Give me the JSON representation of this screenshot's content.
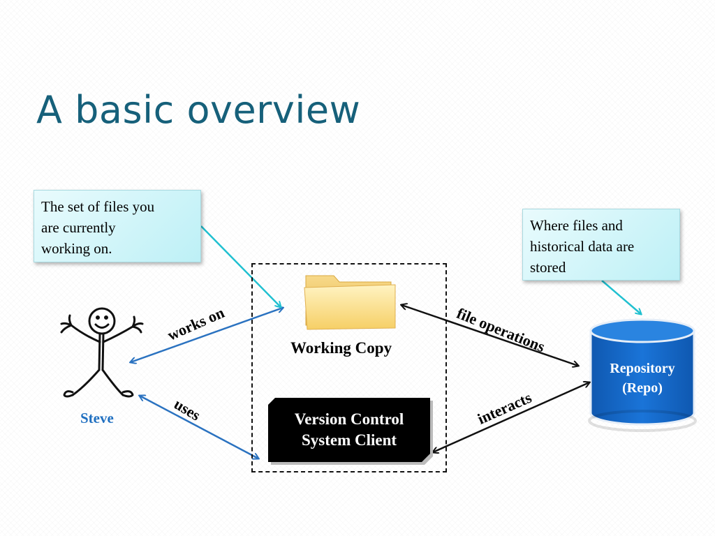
{
  "slide": {
    "title": "A basic overview"
  },
  "callouts": {
    "left": [
      "The set of files you",
      "are currently",
      "working on."
    ],
    "right": [
      "Where files and",
      "historical data are",
      "stored"
    ]
  },
  "nodes": {
    "steve": "Steve",
    "working_copy": "Working Copy",
    "vcs_client": [
      "Version Control",
      "System Client"
    ],
    "repository": [
      "Repository",
      "(Repo)"
    ]
  },
  "edges": {
    "works_on": "works on",
    "uses": "uses",
    "file_operations": "file operations",
    "interacts": "interacts"
  },
  "colors": {
    "title": "#16607a",
    "steve_label": "#1f6fc0",
    "blue_arrow": "#2a72c0",
    "cyan_pointer": "#20c0d0",
    "repo_fill": "#1668c8",
    "callout_fill": "#c8f2f8"
  },
  "icons": {
    "person": "stick-figure-icon",
    "folder": "folder-icon",
    "database": "database-cylinder-icon"
  }
}
